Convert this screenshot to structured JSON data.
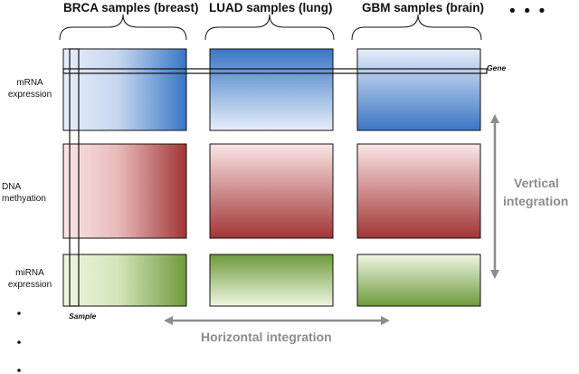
{
  "column_headers": [
    "BRCA samples (breast)",
    "LUAD samples (lung)",
    "GBM samples (brain)"
  ],
  "row_labels": {
    "mrna": [
      "mRNA",
      "expression"
    ],
    "dna": [
      "DNA",
      "methyation"
    ],
    "mirna": [
      "miRNA",
      "expression"
    ]
  },
  "annotations": {
    "gene": "Gene",
    "sample": "Sample"
  },
  "integration": {
    "vertical": [
      "Vertical",
      "integration"
    ],
    "horizontal": "Horizontal integration"
  },
  "ellipsis_h": "• • •",
  "colors": {
    "mrna_dark": "#3a76c4",
    "mrna_light": "#e6eefa",
    "dna_dark": "#a23535",
    "dna_light": "#fae6e6",
    "mirna_dark": "#6e9a3b",
    "mirna_light": "#eff6e2",
    "arrow": "#8c8c8c"
  }
}
